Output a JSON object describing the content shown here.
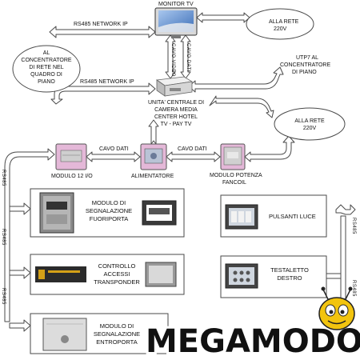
{
  "labels": {
    "monitor_tv": "MONITOR TV",
    "alla_rete_top_1": "ALLA RETE",
    "alla_rete_top_2": "220V",
    "rs485_top": "RS485 NETWORK IP",
    "concentratore_left_1": "AL",
    "concentratore_left_2": "CONCENTRATORE",
    "concentratore_left_3": "DI RETE NEL",
    "concentratore_left_4": "QUADRO DI",
    "concentratore_left_5": "PIANO",
    "cavo_video": "CAVO VIDEO",
    "cavo_dati_vert": "CAVO DATI",
    "utp7_1": "UTP7 AL",
    "utp7_2": "CONCENTRATORE",
    "utp7_3": "DI PIANO",
    "rs485_mid": "RS485 NETWORK IP",
    "unita_1": "UNITA' CENTRALE DI",
    "unita_2": "CAMERA MEDIA",
    "unita_3": "CENTER HOTEL",
    "unita_4": "TV - PAY TV",
    "alla_rete_mid_1": "ALLA RETE",
    "alla_rete_mid_2": "220V",
    "cavo_dati_1": "CAVO DATI",
    "cavo_dati_2": "CAVO DATI",
    "modulo_12io": "MODULO 12 I/O",
    "alimentatore": "ALIMENTATORE",
    "modulo_potenza_1": "MODULO POTENZA",
    "modulo_potenza_2": "FANCOIL",
    "rs485_vert": "RS485",
    "fuoriporta_1": "MODULO DI",
    "fuoriporta_2": "SEGNALAZIONE",
    "fuoriporta_3": "FUORIPORTA",
    "pulsanti_luce": "PULSANTI LUCE",
    "controllo_1": "CONTROLLO",
    "controllo_2": "ACCESSI",
    "controllo_3": "TRANSPONDER",
    "testaletto_1": "TESTALETTO",
    "testaletto_2": "DESTRO",
    "entroporta_1": "MODULO DI",
    "entroporta_2": "SEGNALAZIONE",
    "entroporta_3": "ENTROPORTA",
    "watermark": "MEGAMODO"
  },
  "colors": {
    "arrow_fill": "#ffffff",
    "arrow_stroke": "#4a4a4a",
    "module_pink": "#e4b8d8",
    "watermark_fill": "#111111",
    "mascot_yellow": "#f2c40f"
  }
}
